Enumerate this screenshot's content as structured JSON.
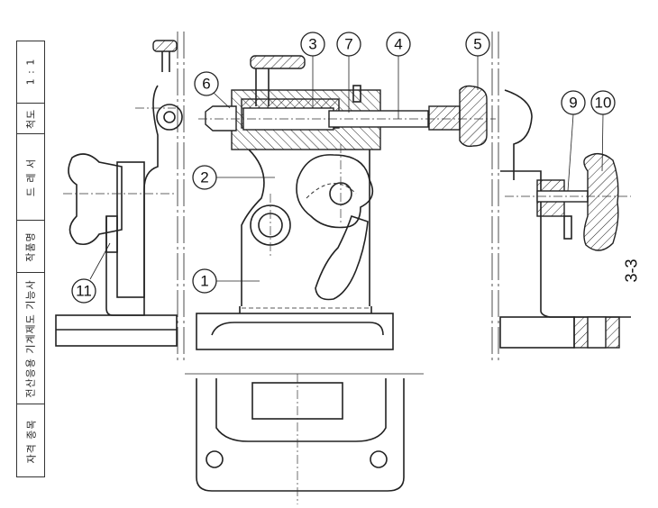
{
  "title_block": {
    "scale_value": "1 : 1",
    "scale_label": "척도",
    "part_name": "드 레 서",
    "part_name_label": "작품명",
    "qualification": "전산응용 기계제도 기능사",
    "qualification_label": "자격 종목"
  },
  "sheet_number": "3-3",
  "balloons": [
    "1",
    "2",
    "3",
    "4",
    "5",
    "6",
    "7",
    "9",
    "10",
    "11"
  ]
}
